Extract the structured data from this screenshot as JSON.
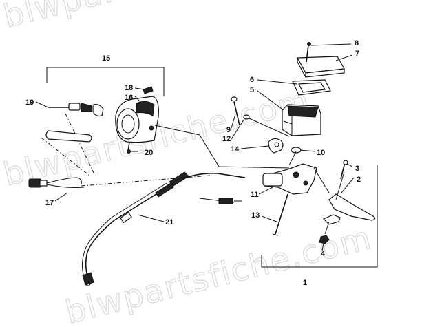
{
  "watermark": "blwpartsfiche.com",
  "colors": {
    "ink": "#111111",
    "watermark": "#d9d9d9",
    "background": "#ffffff"
  },
  "callouts": [
    "1",
    "2",
    "3",
    "4",
    "5",
    "6",
    "7",
    "8",
    "9",
    "10",
    "11",
    "12",
    "13",
    "14",
    "15",
    "16",
    "17",
    "18",
    "19",
    "20",
    "21"
  ]
}
